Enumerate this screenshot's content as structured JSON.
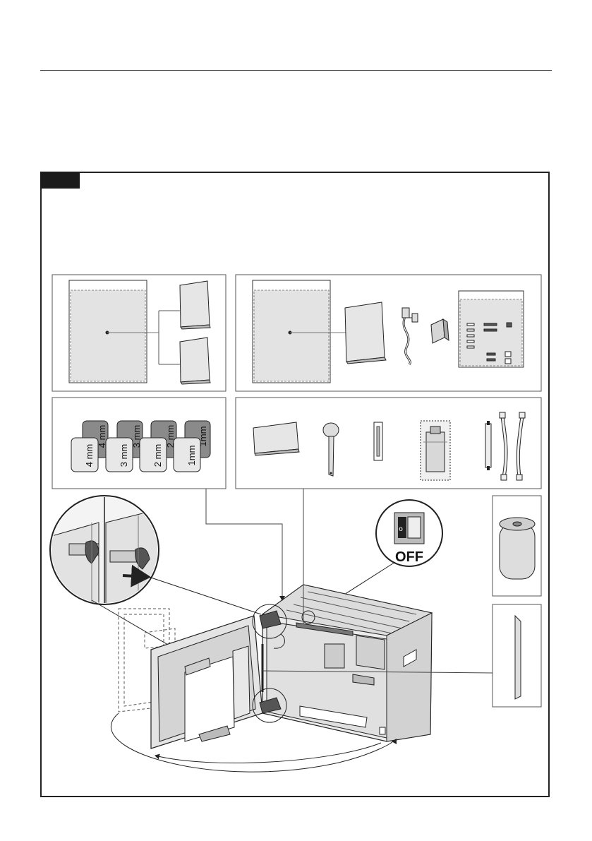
{
  "spacers": {
    "labels": [
      "4 mm",
      "3 mm",
      "2 mm",
      "1mm"
    ],
    "back_labels": [
      "4 mm",
      "3 mm",
      "2 mm",
      "1mm"
    ]
  },
  "switch": {
    "label": "OFF"
  },
  "colors": {
    "line": "#222222",
    "fill_light": "#e3e3e3",
    "fill_mid": "#cfcfcf",
    "fill_dark": "#7a7a7a"
  }
}
